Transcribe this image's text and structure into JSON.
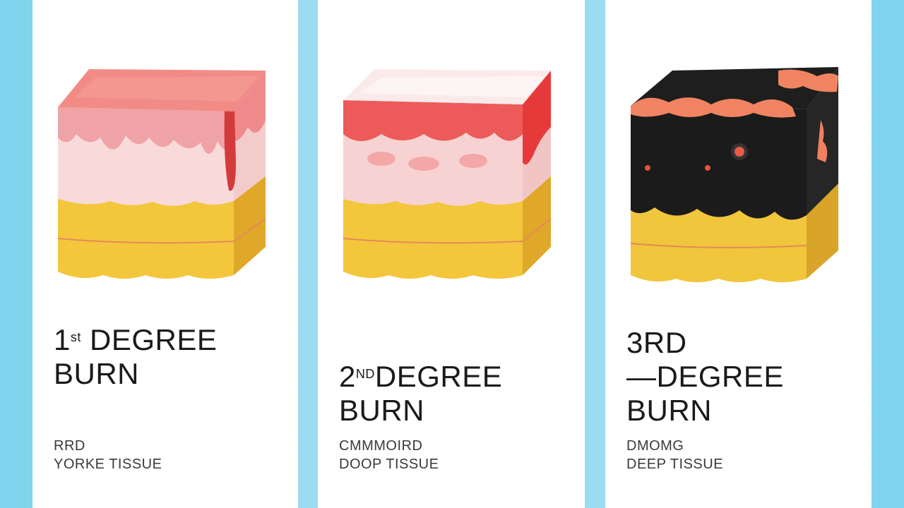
{
  "panels": [
    {
      "title_number": "1",
      "title_suffix": "st",
      "title_word": "DEGREE",
      "title_line2": "BURN",
      "sub_line1": "RRD",
      "sub_line2": "YORKE TISSUE"
    },
    {
      "title_number": "2",
      "title_suffix": "ND",
      "title_word": "DEGREE",
      "title_line2": "BURN",
      "sub_line1": "CMMMOIRD",
      "sub_line2": "DOOP TISSUE"
    },
    {
      "title_line1": "3RD",
      "title_line2": "—DEGREE",
      "title_line3": "BURN",
      "sub_line1": "DMOMG",
      "sub_line2": "DEEP TISSUE"
    }
  ],
  "colors": {
    "background": "#7fd3ee",
    "panel": "#ffffff",
    "fat": "#f2c23a",
    "epidermis_1": "#f07a78",
    "epidermis_2": "#e8403e",
    "charred": "#1b1b1b"
  }
}
